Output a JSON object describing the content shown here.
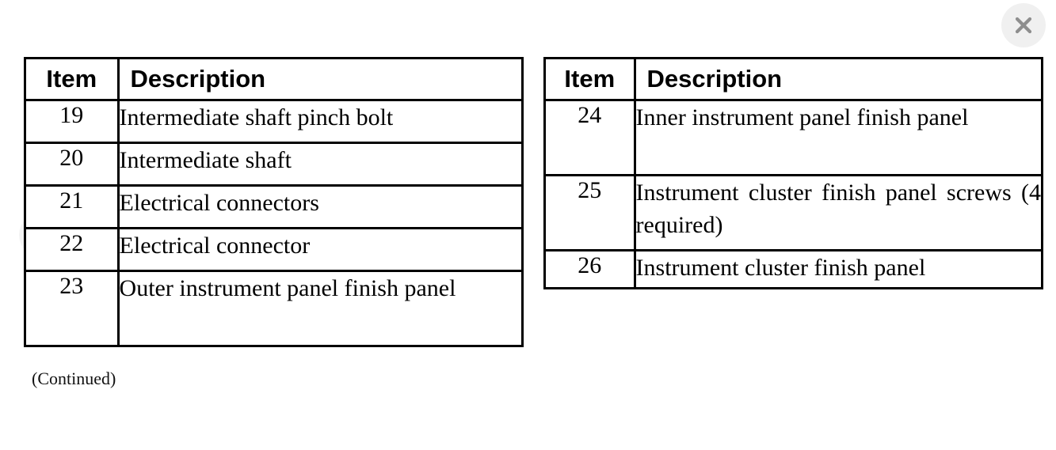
{
  "viewer": {
    "close_label": "×",
    "close_icon": "close-icon",
    "prev_icon": "chevron-left-icon",
    "next_icon": "chevron-right-icon",
    "background_color": "#ffffff",
    "control_color": "#9a9a9a",
    "close_bg_color": "#f0f0f0"
  },
  "tables": {
    "columns": {
      "item": "Item",
      "description": "Description"
    },
    "left": {
      "rows": [
        {
          "item": "19",
          "description": "Intermediate shaft pinch bolt"
        },
        {
          "item": "20",
          "description": "Intermediate shaft"
        },
        {
          "item": "21",
          "description": "Electrical connectors"
        },
        {
          "item": "22",
          "description": "Electrical connector"
        },
        {
          "item": "23",
          "description": "Outer instrument panel finish panel"
        }
      ]
    },
    "right": {
      "rows": [
        {
          "item": "24",
          "description": "Inner instrument panel finish panel"
        },
        {
          "item": "25",
          "description": "Instrument cluster finish panel screws (4 required)"
        },
        {
          "item": "26",
          "description": "Instrument cluster finish panel"
        }
      ]
    }
  },
  "footer": {
    "continued": "(Continued)"
  }
}
